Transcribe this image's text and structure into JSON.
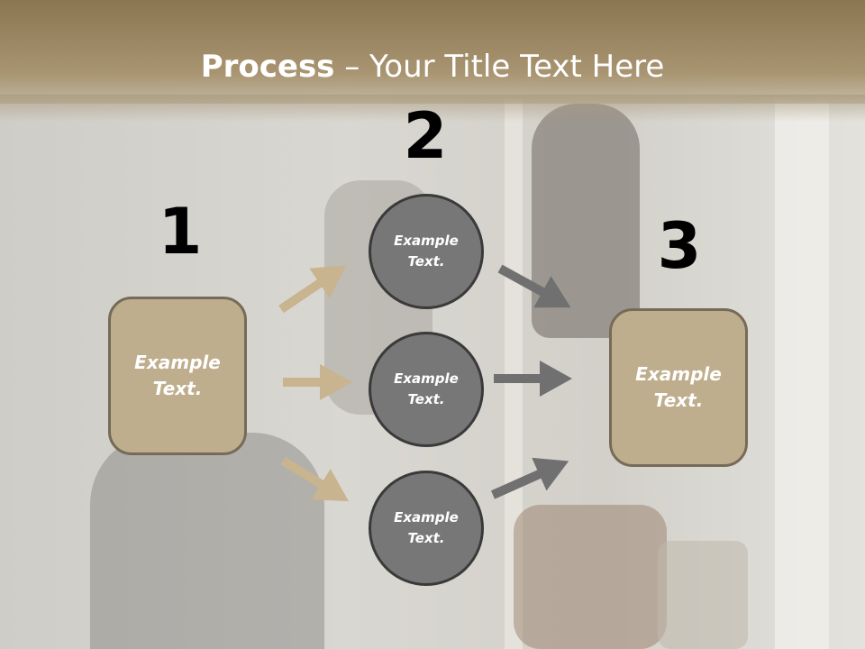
{
  "slide": {
    "title_bold": "Process",
    "title_rest": " – Your Title Text Here"
  },
  "steps": [
    {
      "number": "1",
      "label": "Example\nText."
    },
    {
      "number": "2",
      "label": "Example\nText."
    },
    {
      "number": "3",
      "label": "Example\nText."
    }
  ],
  "circles": [
    {
      "label": "Example\nText."
    },
    {
      "label": "Example\nText."
    },
    {
      "label": "Example\nText."
    }
  ],
  "colors": {
    "title_bar": "#8a7651",
    "box_fill": "#bfae8d",
    "circle_fill": "#777777",
    "left_arrow": "#c8b48f",
    "right_arrow": "#707070"
  }
}
